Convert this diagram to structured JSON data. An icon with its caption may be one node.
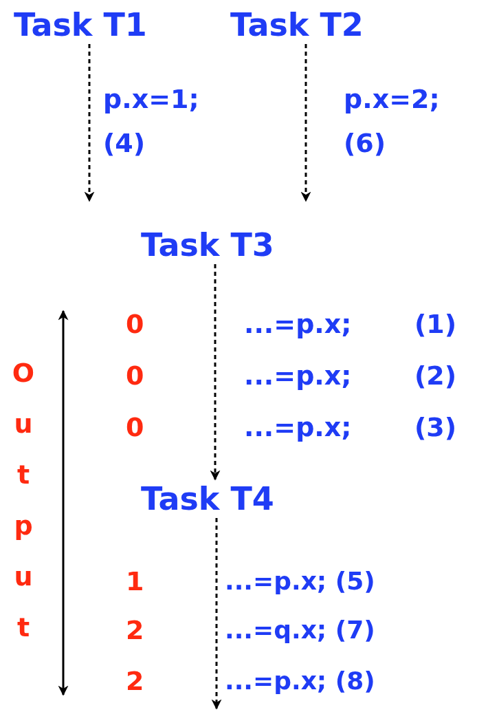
{
  "diagram": {
    "nodes": [
      {
        "text": [
          "Task T1"
        ]
      },
      {
        "text": [
          "Task T2"
        ]
      },
      {
        "text": [
          "Task T3"
        ]
      },
      {
        "text": [
          "Task T4"
        ]
      }
    ],
    "edges": [
      {
        "from": 0,
        "to": null,
        "arrow": "to",
        "style": "dashed",
        "label": "p.x=1; (4)"
      },
      {
        "from": 1,
        "to": null,
        "arrow": "to",
        "style": "dashed",
        "label": "p.x=2; (6)"
      },
      {
        "from": 2,
        "to": 3,
        "arrow": "to",
        "style": "dashed"
      },
      {
        "from": 3,
        "to": null,
        "arrow": "to",
        "style": "dashed"
      }
    ],
    "labels": [
      "0",
      "...=p.x;",
      "(1)",
      "Output",
      "0",
      "...=p.x;",
      "(2)",
      "0",
      "...=p.x;",
      "(3)",
      "1",
      "...=p.x; (5)",
      "2",
      "...=q.x; (7)",
      "2",
      "...=p.x; (8)"
    ]
  }
}
